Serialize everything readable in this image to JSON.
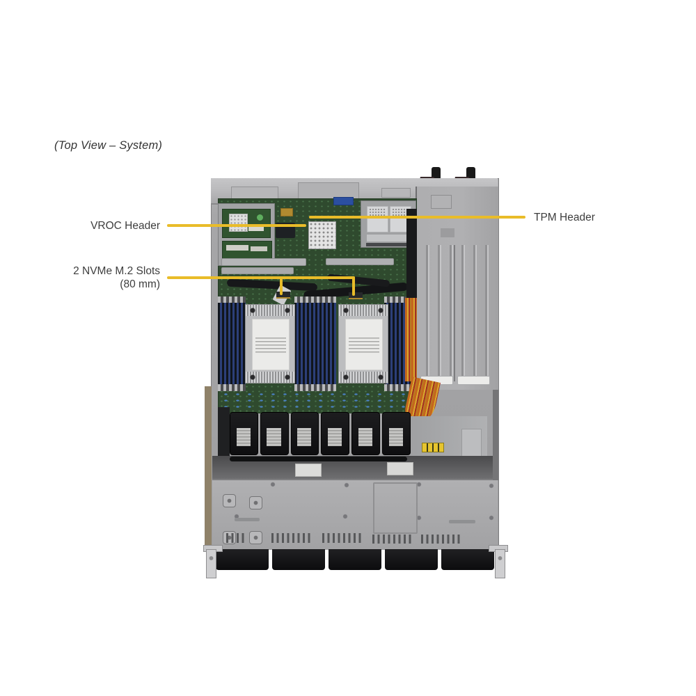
{
  "figure": {
    "caption": "(Top View – System)",
    "callouts": {
      "vroc": {
        "label": "VROC Header"
      },
      "tpm": {
        "label": "TPM Header"
      },
      "nvme": {
        "line1": "2 NVMe M.2 Slots",
        "line2": "(80 mm)"
      }
    },
    "colors": {
      "background": "#ffffff",
      "callout_line": "#e9bc29",
      "label_text": "#3d3d3d",
      "chassis_gray": "#a6a6a8",
      "rail_gray": "#b8b8ba",
      "psu_gray": "#b0b0b2",
      "pcb_green": "#2f4a2e",
      "dimm_blue": "#2c3f78",
      "heatsink_silver": "#bcbdbf",
      "fan_black": "#0e0e10",
      "drive_black": "#0c0c0e",
      "cable_orange": "#c4661d",
      "cable_yellow": "#d8a92e",
      "cable_red": "#a33122",
      "warning_yellow": "#e6c42e"
    }
  }
}
